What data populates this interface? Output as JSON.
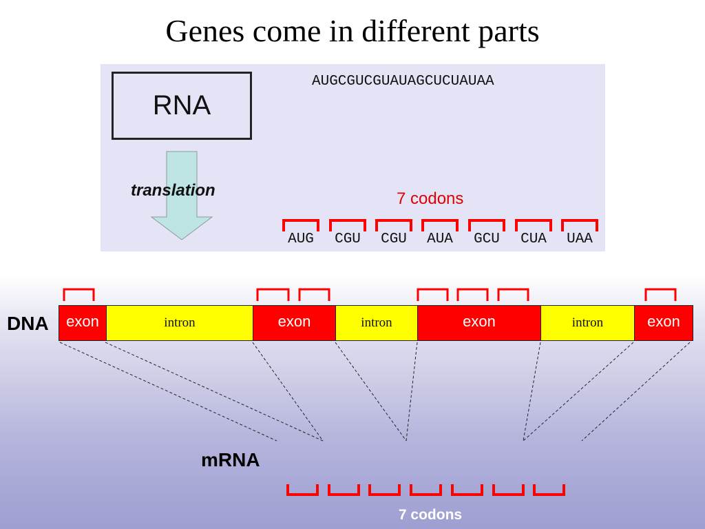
{
  "slide": {
    "title": "Genes come in different parts"
  },
  "panel": {
    "rna_label": "RNA",
    "sequence": "AUGCGUCGUAUAGCUCUAUAA",
    "translation_label": "translation",
    "codons_label": "7 codons",
    "codons": [
      "AUG",
      "CGU",
      "CGU",
      "AUA",
      "GCU",
      "CUA",
      "UAA"
    ],
    "arrow_icon": "down-arrow-icon"
  },
  "dna": {
    "label": "DNA",
    "segments": [
      {
        "type": "exon",
        "label": "exon"
      },
      {
        "type": "intron",
        "label": "intron"
      },
      {
        "type": "exon",
        "label": "exon"
      },
      {
        "type": "intron",
        "label": "intron"
      },
      {
        "type": "exon",
        "label": "exon"
      },
      {
        "type": "intron",
        "label": "intron"
      },
      {
        "type": "exon",
        "label": "exon"
      }
    ]
  },
  "mrna": {
    "label": "mRNA",
    "codons_label": "7 codons"
  },
  "colors": {
    "exon": "#ff0000",
    "intron": "#ffff00",
    "bracket": "#ff0000",
    "panel_bg": "#e4e4f6",
    "arrow_fill": "#bfe4e4"
  }
}
